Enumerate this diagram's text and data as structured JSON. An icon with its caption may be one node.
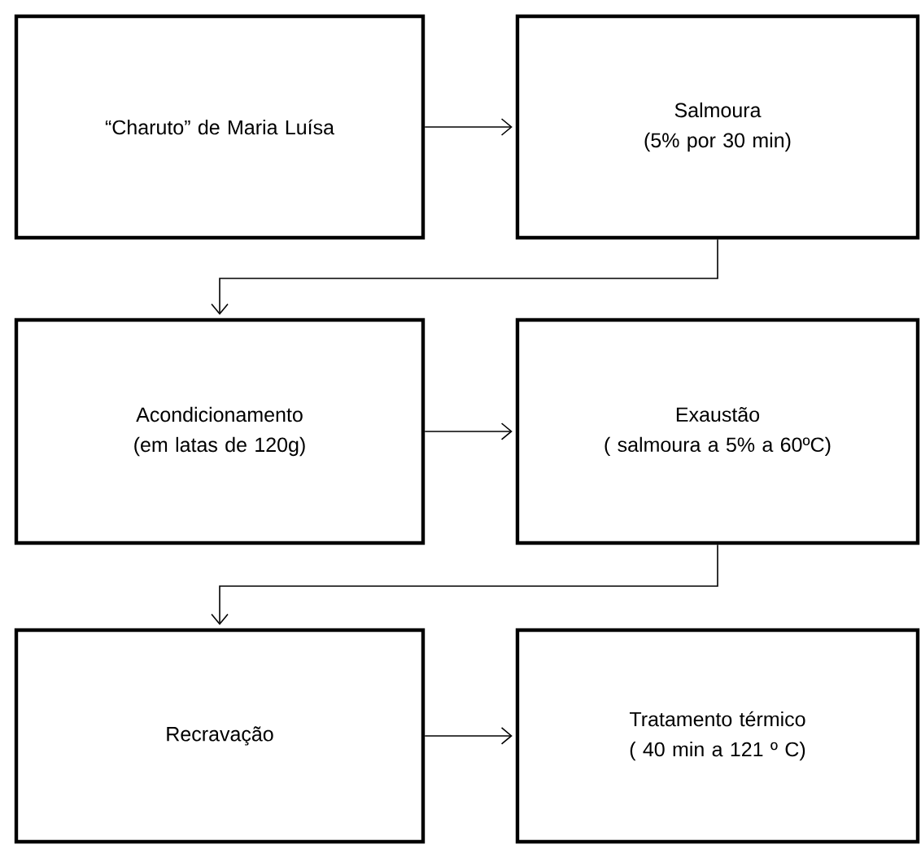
{
  "diagram": {
    "nodes": [
      {
        "text": [
          "“Charuto” de Maria Luísa"
        ]
      },
      {
        "text": [
          "Salmoura",
          "(5% por 30 min)"
        ]
      },
      {
        "text": [
          "Acondicionamento",
          "(em latas de 120g)"
        ]
      },
      {
        "text": [
          "Exaustão",
          "( salmoura a 5% a 60ºC)"
        ]
      },
      {
        "text": [
          "Recravação"
        ]
      },
      {
        "text": [
          "Tratamento térmico",
          "( 40 min  a 121 º C)"
        ]
      }
    ],
    "edges": [
      {
        "from": 0,
        "to": 1,
        "arrow": "to"
      },
      {
        "from": 1,
        "to": 2,
        "arrow": "to"
      },
      {
        "from": 2,
        "to": 3,
        "arrow": "to"
      },
      {
        "from": 3,
        "to": 4,
        "arrow": "to"
      },
      {
        "from": 4,
        "to": 5,
        "arrow": "to"
      }
    ]
  }
}
